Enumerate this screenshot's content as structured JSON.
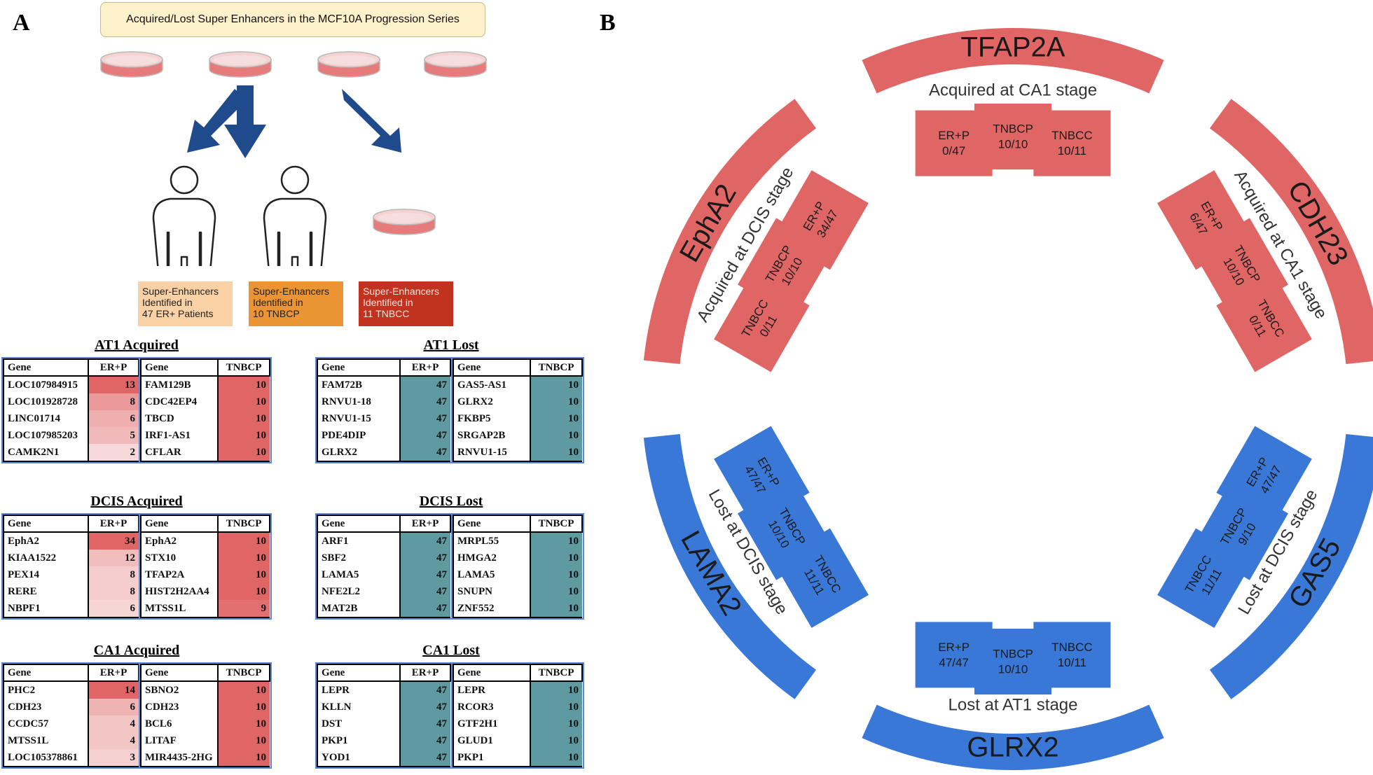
{
  "panel_a": {
    "letter": "A",
    "title": "Acquired/Lost Super Enhancers in the MCF10A Progression Series",
    "se_boxes": {
      "erp": [
        "Super-Enhancers",
        "Identified in",
        "47 ER+ Patients"
      ],
      "tnbcp": [
        "Super-Enhancers",
        "Identified in",
        "10 TNBCP"
      ],
      "tnbcc": [
        "Super-Enhancers",
        "Identified in",
        "11 TNBCC"
      ]
    },
    "colors": {
      "dish": "#e57b7b",
      "arrow": "#1f4a8c",
      "red_cell": "#e06666",
      "teal_cell": "#5f9aa0"
    },
    "sections": [
      {
        "title": "AT1 Acquired",
        "kind": "acquired",
        "tables": [
          {
            "h1": "Gene",
            "h2": "ER+P",
            "rows": [
              [
                "LOC107984915",
                "13"
              ],
              [
                "LOC101928728",
                "8"
              ],
              [
                "LINC01714",
                "6"
              ],
              [
                "LOC107985203",
                "5"
              ],
              [
                "CAMK2N1",
                "2"
              ]
            ]
          },
          {
            "h1": "Gene",
            "h2": "TNBCP",
            "rows": [
              [
                "FAM129B",
                "10"
              ],
              [
                "CDC42EP4",
                "10"
              ],
              [
                "TBCD",
                "10"
              ],
              [
                "IRF1-AS1",
                "10"
              ],
              [
                "CFLAR",
                "10"
              ]
            ]
          }
        ]
      },
      {
        "title": "AT1 Lost",
        "kind": "lost",
        "tables": [
          {
            "h1": "Gene",
            "h2": "ER+P",
            "rows": [
              [
                "FAM72B",
                "47"
              ],
              [
                "RNVU1-18",
                "47"
              ],
              [
                "RNVU1-15",
                "47"
              ],
              [
                "PDE4DIP",
                "47"
              ],
              [
                "GLRX2",
                "47"
              ]
            ]
          },
          {
            "h1": "Gene",
            "h2": "TNBCP",
            "rows": [
              [
                "GAS5-AS1",
                "10"
              ],
              [
                "GLRX2",
                "10"
              ],
              [
                "FKBP5",
                "10"
              ],
              [
                "SRGAP2B",
                "10"
              ],
              [
                "RNVU1-15",
                "10"
              ]
            ]
          }
        ]
      },
      {
        "title": "DCIS Acquired",
        "kind": "acquired",
        "tables": [
          {
            "h1": "Gene",
            "h2": "ER+P",
            "rows": [
              [
                "EphA2",
                "34"
              ],
              [
                "KIAA1522",
                "12"
              ],
              [
                "PEX14",
                "8"
              ],
              [
                "RERE",
                "8"
              ],
              [
                "NBPF1",
                "6"
              ]
            ]
          },
          {
            "h1": "Gene",
            "h2": "TNBCP",
            "rows": [
              [
                "EphA2",
                "10"
              ],
              [
                "STX10",
                "10"
              ],
              [
                "TFAP2A",
                "10"
              ],
              [
                "HIST2H2AA4",
                "10"
              ],
              [
                "MTSS1L",
                "9"
              ]
            ]
          }
        ]
      },
      {
        "title": "DCIS Lost",
        "kind": "lost",
        "tables": [
          {
            "h1": "Gene",
            "h2": "ER+P",
            "rows": [
              [
                "ARF1",
                "47"
              ],
              [
                "SBF2",
                "47"
              ],
              [
                "LAMA5",
                "47"
              ],
              [
                "NFE2L2",
                "47"
              ],
              [
                "MAT2B",
                "47"
              ]
            ]
          },
          {
            "h1": "Gene",
            "h2": "TNBCP",
            "rows": [
              [
                "MRPL55",
                "10"
              ],
              [
                "HMGA2",
                "10"
              ],
              [
                "LAMA5",
                "10"
              ],
              [
                "SNUPN",
                "10"
              ],
              [
                "ZNF552",
                "10"
              ]
            ]
          }
        ]
      },
      {
        "title": "CA1 Acquired",
        "kind": "acquired",
        "tables": [
          {
            "h1": "Gene",
            "h2": "ER+P",
            "rows": [
              [
                "PHC2",
                "14"
              ],
              [
                "CDH23",
                "6"
              ],
              [
                "CCDC57",
                "4"
              ],
              [
                "MTSS1L",
                "4"
              ],
              [
                "LOC105378861",
                "3"
              ]
            ]
          },
          {
            "h1": "Gene",
            "h2": "TNBCP",
            "rows": [
              [
                "SBNO2",
                "10"
              ],
              [
                "CDH23",
                "10"
              ],
              [
                "BCL6",
                "10"
              ],
              [
                "LITAF",
                "10"
              ],
              [
                "MIR4435-2HG",
                "10"
              ]
            ]
          }
        ]
      },
      {
        "title": "CA1 Lost",
        "kind": "lost",
        "tables": [
          {
            "h1": "Gene",
            "h2": "ER+P",
            "rows": [
              [
                "LEPR",
                "47"
              ],
              [
                "KLLN",
                "47"
              ],
              [
                "DST",
                "47"
              ],
              [
                "PKP1",
                "47"
              ],
              [
                "YOD1",
                "47"
              ]
            ]
          },
          {
            "h1": "Gene",
            "h2": "TNBCP",
            "rows": [
              [
                "LEPR",
                "10"
              ],
              [
                "RCOR3",
                "10"
              ],
              [
                "GTF2H1",
                "10"
              ],
              [
                "GLUD1",
                "10"
              ],
              [
                "PKP1",
                "10"
              ]
            ]
          }
        ]
      }
    ]
  },
  "panel_b": {
    "letter": "B",
    "colors": {
      "red": "#e06666",
      "blue": "#3a78d8"
    },
    "top": {
      "gene": "TFAP2A",
      "stage": "Acquired at CA1 stage",
      "boxes": [
        [
          "ER+P",
          "0/47"
        ],
        [
          "TNBCP",
          "10/10"
        ],
        [
          "TNBCC",
          "10/11"
        ]
      ]
    },
    "left_red": {
      "gene": "EphA2",
      "stage": "Acquired at DCIS stage",
      "boxes": [
        [
          "TNBCC",
          "0/11"
        ],
        [
          "TNBCP",
          "10/10"
        ],
        [
          "ER+P",
          "34/47"
        ]
      ]
    },
    "right_red": {
      "gene": "CDH23",
      "stage": "Acquired at CA1 stage",
      "boxes": [
        [
          "ER+P",
          "6/47"
        ],
        [
          "TNBCP",
          "10/10"
        ],
        [
          "TNBCC",
          "0/11"
        ]
      ]
    },
    "left_blue": {
      "gene": "LAMA2",
      "stage": "Lost at DCIS stage",
      "boxes": [
        [
          "ER+P",
          "47/47"
        ],
        [
          "TNBCP",
          "10/10"
        ],
        [
          "TNBCC",
          "11/11"
        ]
      ]
    },
    "right_blue": {
      "gene": "GAS5",
      "stage": "Lost at DCIS stage",
      "boxes": [
        [
          "TNBCC",
          "11/11"
        ],
        [
          "TNBCP",
          "9/10"
        ],
        [
          "ER+P",
          "47/47"
        ]
      ]
    },
    "bottom": {
      "gene": "GLRX2",
      "stage": "Lost at AT1 stage",
      "boxes": [
        [
          "ER+P",
          "47/47"
        ],
        [
          "TNBCP",
          "10/10"
        ],
        [
          "TNBCC",
          "10/11"
        ]
      ]
    }
  }
}
